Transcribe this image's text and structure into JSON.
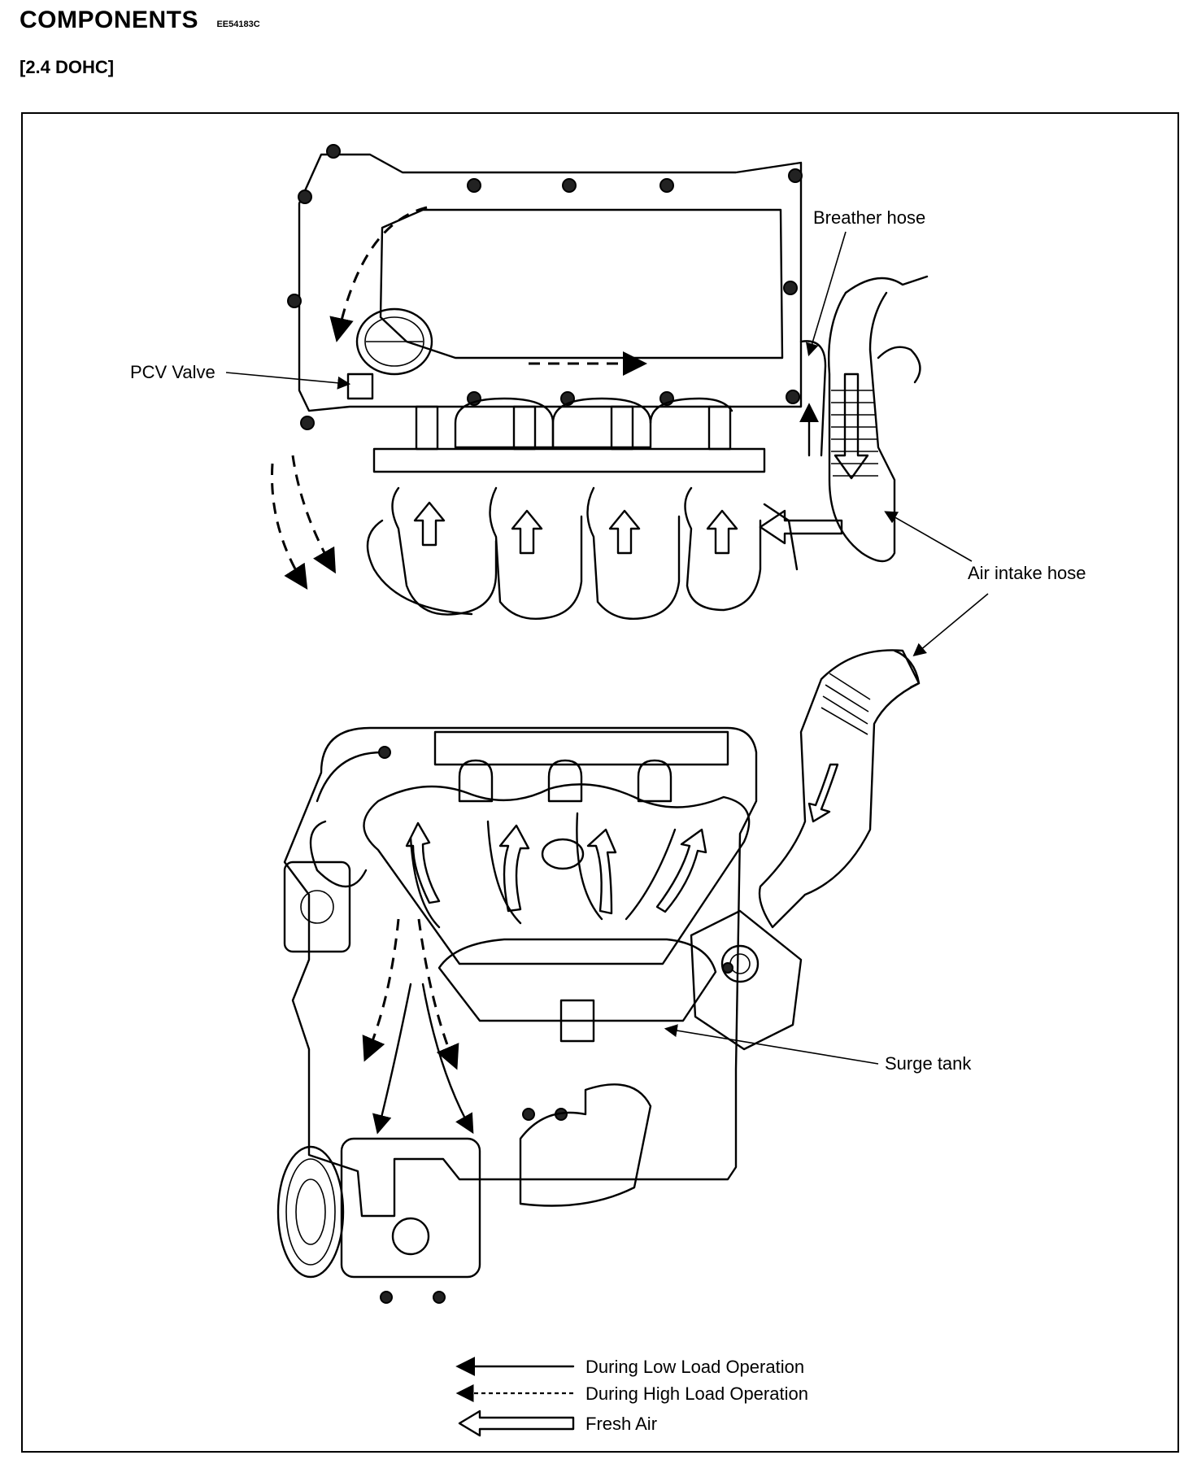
{
  "header": {
    "title": "COMPONENTS",
    "code": "EE54183C",
    "subtitle": "[2.4 DOHC]"
  },
  "labels": {
    "breather_hose": "Breather hose",
    "pcv_valve": "PCV Valve",
    "air_intake_hose": "Air intake hose",
    "surge_tank": "Surge tank"
  },
  "legend": {
    "low_load": "During Low Load Operation",
    "high_load": "During High Load Operation",
    "fresh_air": "Fresh Air"
  }
}
